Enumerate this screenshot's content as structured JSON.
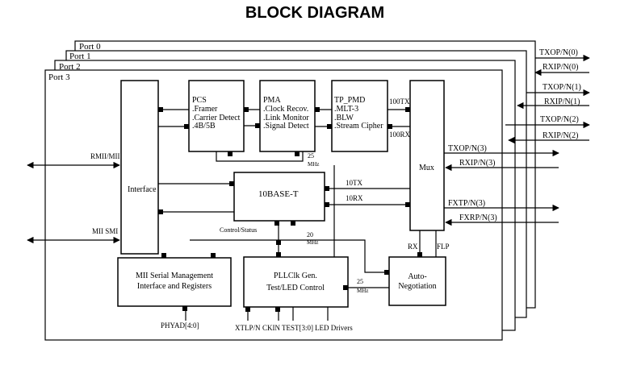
{
  "title": "BLOCK DIAGRAM",
  "ports": [
    "Port 0",
    "Port 1",
    "Port 2",
    "Port 3"
  ],
  "blocks": {
    "interface": "Interface",
    "pcs": [
      ".Framer",
      ".Carrier Detect",
      ".4B/5B"
    ],
    "pcs_title": "PCS",
    "pma_title": "PMA",
    "pma": [
      ".Clock Recov.",
      ".Link Monitor",
      ".Signal Detect"
    ],
    "tp_pmd_title": "TP_PMD",
    "tp_pmd": [
      ".MLT-3",
      ".BLW",
      ".Stream Cipher"
    ],
    "mux": "Mux",
    "tenbase": "10BASE-T",
    "mii_mgmt": [
      "MII Serial Management",
      "Interface and Registers"
    ],
    "pll": [
      "PLLClk Gen.",
      "Test/LED Control"
    ],
    "autoneg": [
      "Auto-",
      "Negotiation"
    ]
  },
  "signals": {
    "rmii": "RMII/MII",
    "mii_smi": "MII SMI",
    "tx100": "100TX",
    "rx100": "100RX",
    "tx10": "10TX",
    "rx10": "10RX",
    "mhz25_top": "25",
    "mhz25_top_unit": "MHz",
    "control_status": "Control/Status",
    "mhz20": "20",
    "mhz20_unit": "MHz",
    "mhz25_pll": "25",
    "mhz25_pll_unit": "MHz",
    "rx": "RX",
    "flp": "FLP",
    "phyad": "PHYAD[4:0]",
    "xtlp": "XTLP/N",
    "ckin": "CKIN",
    "test": "TEST[3:0]",
    "led": "LED Drivers"
  },
  "right_pins": {
    "back": [
      "TXOP/N(0)",
      "RXIP/N(0)",
      "TXOP/N(1)",
      "RXIP/N(1)",
      "TXOP/N(2)",
      "RXIP/N(2)"
    ],
    "front": [
      "TXOP/N(3)",
      "RXIP/N(3)",
      "FXTP/N(3)",
      "FXRP/N(3)"
    ]
  }
}
